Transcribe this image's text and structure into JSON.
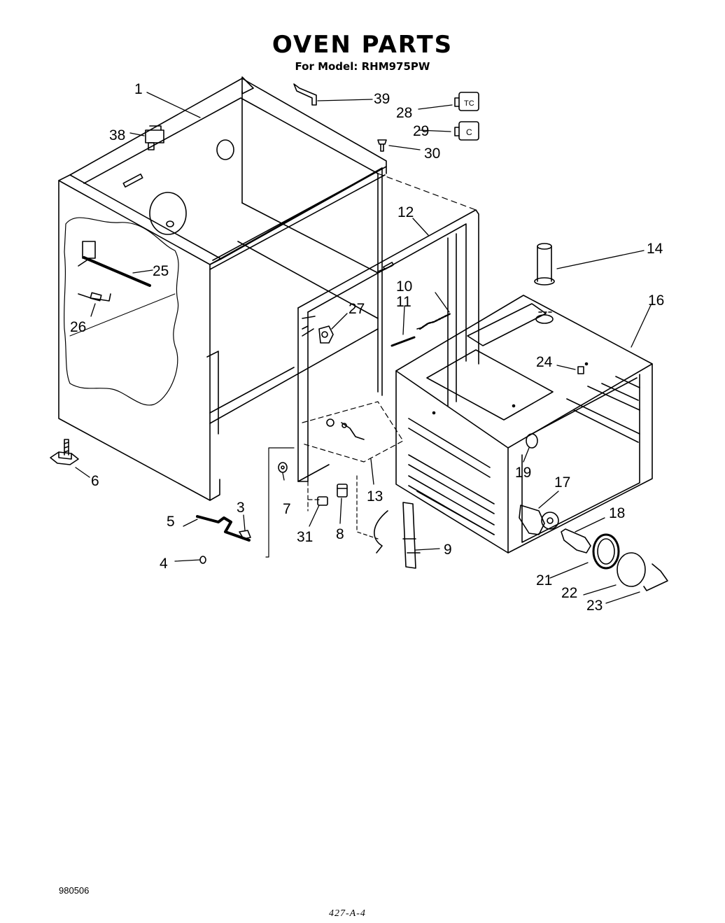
{
  "header": {
    "title": "OVEN PARTS",
    "subtitle": "For Model: RHM975PW"
  },
  "diagram": {
    "callouts": [
      "1",
      "3",
      "4",
      "5",
      "6",
      "7",
      "8",
      "9",
      "10",
      "11",
      "12",
      "13",
      "14",
      "16",
      "17",
      "18",
      "19",
      "21",
      "22",
      "23",
      "24",
      "25",
      "26",
      "27",
      "28",
      "29",
      "30",
      "31",
      "38",
      "39"
    ],
    "part_28_mark": "TC",
    "part_29_mark": "C"
  },
  "footer": {
    "doc_code": "980506",
    "page_code": "427-A-4"
  }
}
